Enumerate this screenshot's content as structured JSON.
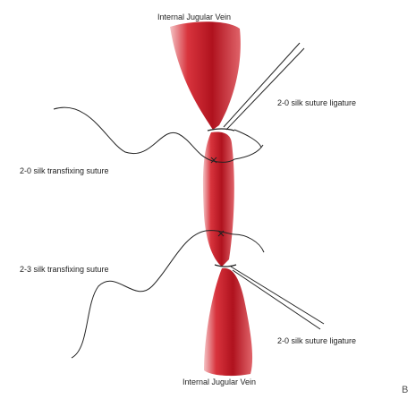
{
  "labels": {
    "top_vein": "Internal Jugular Vein",
    "top_ligature": "2-0 silk suture ligature",
    "upper_suture": "2-0 silk transfixing suture",
    "lower_suture": "2-3 silk transfixing suture",
    "bottom_ligature": "2-0 silk suture ligature",
    "bottom_vein": "Internal Jugular Vein",
    "corner_mark": "B"
  },
  "colors": {
    "vein_dark": "#b0121e",
    "vein_mid": "#d8343d",
    "vein_light": "#f4c2c4",
    "suture": "#222222"
  }
}
